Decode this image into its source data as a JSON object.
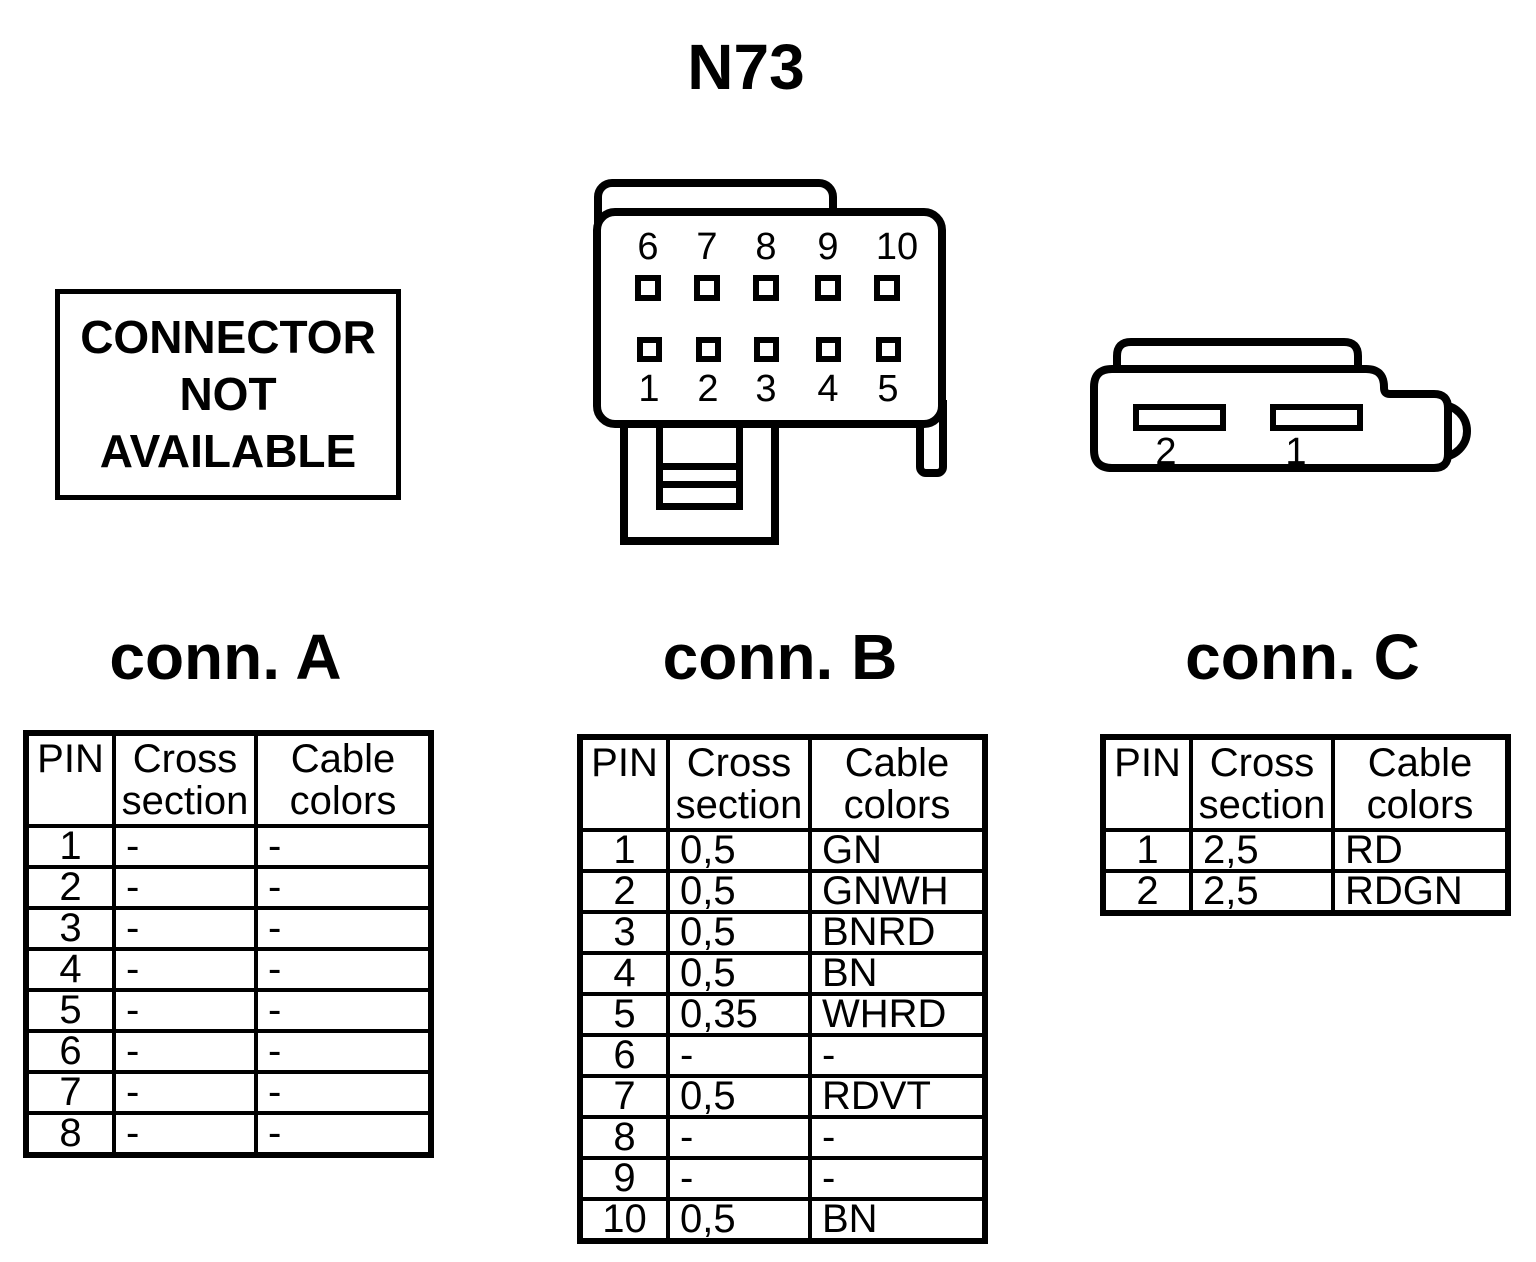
{
  "page": {
    "title": "N73"
  },
  "notice_box": {
    "line1": "CONNECTOR",
    "line2": "NOT",
    "line3": "AVAILABLE"
  },
  "connector_n73_diagram": {
    "top_pins": [
      "6",
      "7",
      "8",
      "9",
      "10"
    ],
    "bottom_pins": [
      "1",
      "2",
      "3",
      "4",
      "5"
    ]
  },
  "connector_c_diagram": {
    "slot_labels": [
      "2",
      "1"
    ]
  },
  "sections": {
    "conn_a": {
      "title": "conn. A",
      "headers": [
        "PIN",
        "Cross section",
        "Cable colors"
      ],
      "rows": [
        [
          "1",
          "-",
          "-"
        ],
        [
          "2",
          "-",
          "-"
        ],
        [
          "3",
          "-",
          "-"
        ],
        [
          "4",
          "-",
          "-"
        ],
        [
          "5",
          "-",
          "-"
        ],
        [
          "6",
          "-",
          "-"
        ],
        [
          "7",
          "-",
          "-"
        ],
        [
          "8",
          "-",
          "-"
        ]
      ]
    },
    "conn_b": {
      "title": "conn. B",
      "headers": [
        "PIN",
        "Cross section",
        "Cable colors"
      ],
      "rows": [
        [
          "1",
          "0,5",
          "GN"
        ],
        [
          "2",
          "0,5",
          "GNWH"
        ],
        [
          "3",
          "0,5",
          "BNRD"
        ],
        [
          "4",
          "0,5",
          "BN"
        ],
        [
          "5",
          "0,35",
          "WHRD"
        ],
        [
          "6",
          "-",
          "-"
        ],
        [
          "7",
          "0,5",
          "RDVT"
        ],
        [
          "8",
          "-",
          "-"
        ],
        [
          "9",
          "-",
          "-"
        ],
        [
          "10",
          "0,5",
          "BN"
        ]
      ]
    },
    "conn_c": {
      "title": "conn. C",
      "headers": [
        "PIN",
        "Cross section",
        "Cable colors"
      ],
      "rows": [
        [
          "1",
          "2,5",
          "RD"
        ],
        [
          "2",
          "2,5",
          "RDGN"
        ]
      ]
    }
  },
  "colors": {
    "ink": "#000000",
    "paper": "#ffffff"
  }
}
